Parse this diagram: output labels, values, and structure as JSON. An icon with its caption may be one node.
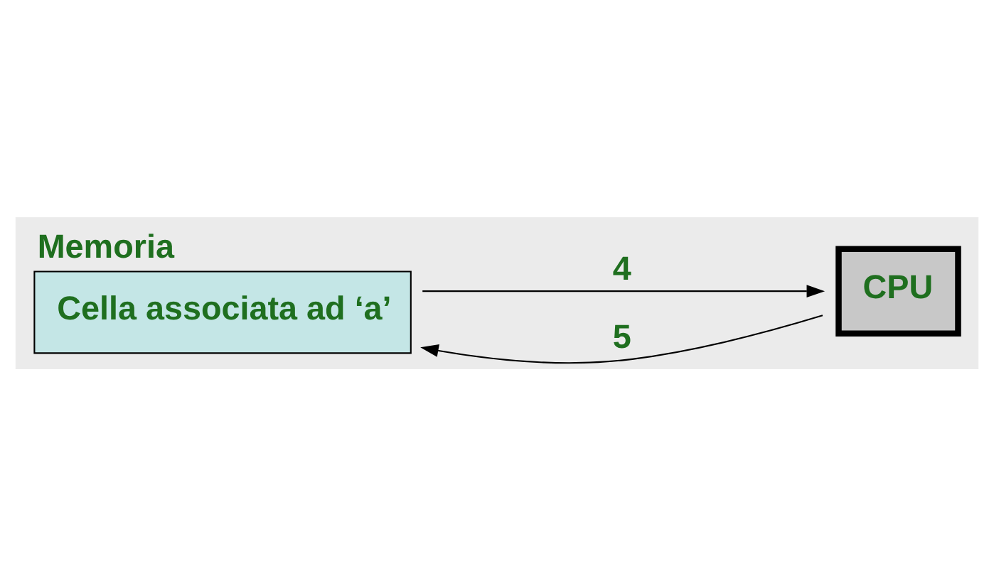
{
  "diagram": {
    "nodes": [
      {
        "text": [
          "Memoria",
          "Cella associata ad ‘a’"
        ]
      },
      {
        "text": [
          "CPU"
        ]
      }
    ],
    "edges": [
      {
        "from": 0,
        "to": 1,
        "arrow": "to",
        "label": "4"
      },
      {
        "from": 1,
        "to": 0,
        "arrow": "to",
        "label": "5"
      }
    ]
  }
}
